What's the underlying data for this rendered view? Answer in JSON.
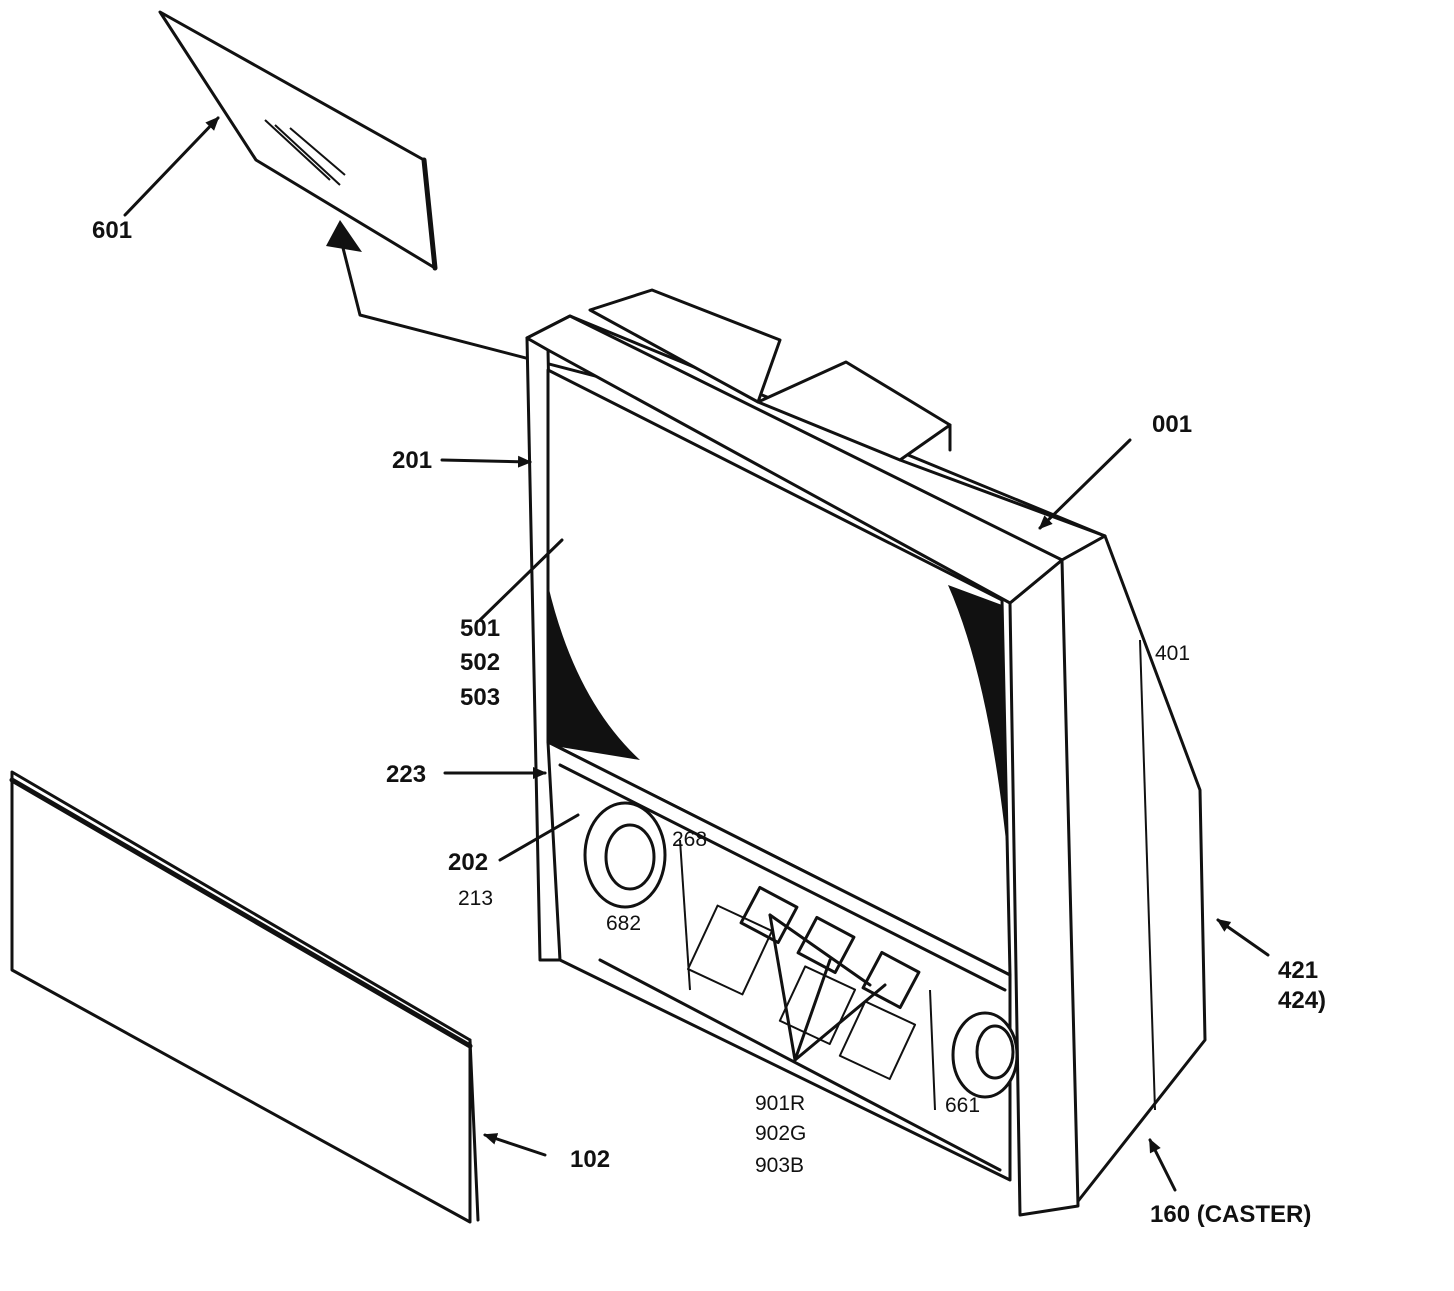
{
  "callouts": {
    "c601": "601",
    "c201": "201",
    "c001": "001",
    "c401": "401",
    "c501": "501",
    "c502": "502",
    "c503": "503",
    "c223": "223",
    "c268": "268",
    "c202": "202",
    "c213": "213",
    "c682": "682",
    "c661": "661",
    "c421": "421",
    "c424": "424)",
    "c901r": "901R",
    "c902g": "902G",
    "c903b": "903B",
    "c102": "102",
    "c160": "160 (CASTER)"
  },
  "parts": [
    "mirror-panel",
    "tv-cabinet",
    "screen",
    "front-grille-panel",
    "speaker-left",
    "speaker-right",
    "crt-tubes",
    "caster"
  ]
}
